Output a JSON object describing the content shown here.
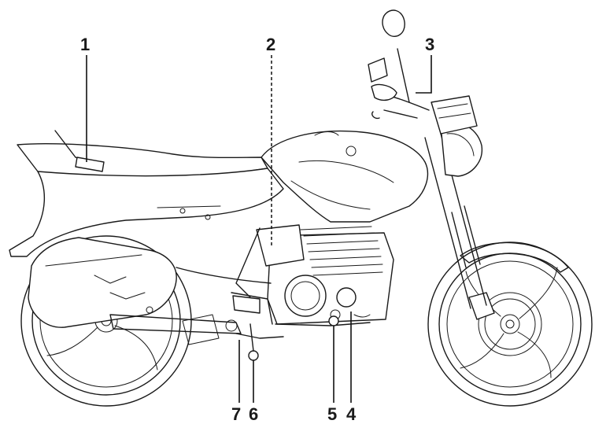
{
  "callouts": [
    {
      "id": "1",
      "label": "1"
    },
    {
      "id": "2",
      "label": "2"
    },
    {
      "id": "3",
      "label": "3"
    },
    {
      "id": "4",
      "label": "4"
    },
    {
      "id": "5",
      "label": "5"
    },
    {
      "id": "6",
      "label": "6"
    },
    {
      "id": "7",
      "label": "7"
    }
  ],
  "colors": {
    "ink": "#1a1a1a",
    "background": "#ffffff"
  },
  "illustration": {
    "icon": "motorcycle-icon"
  }
}
